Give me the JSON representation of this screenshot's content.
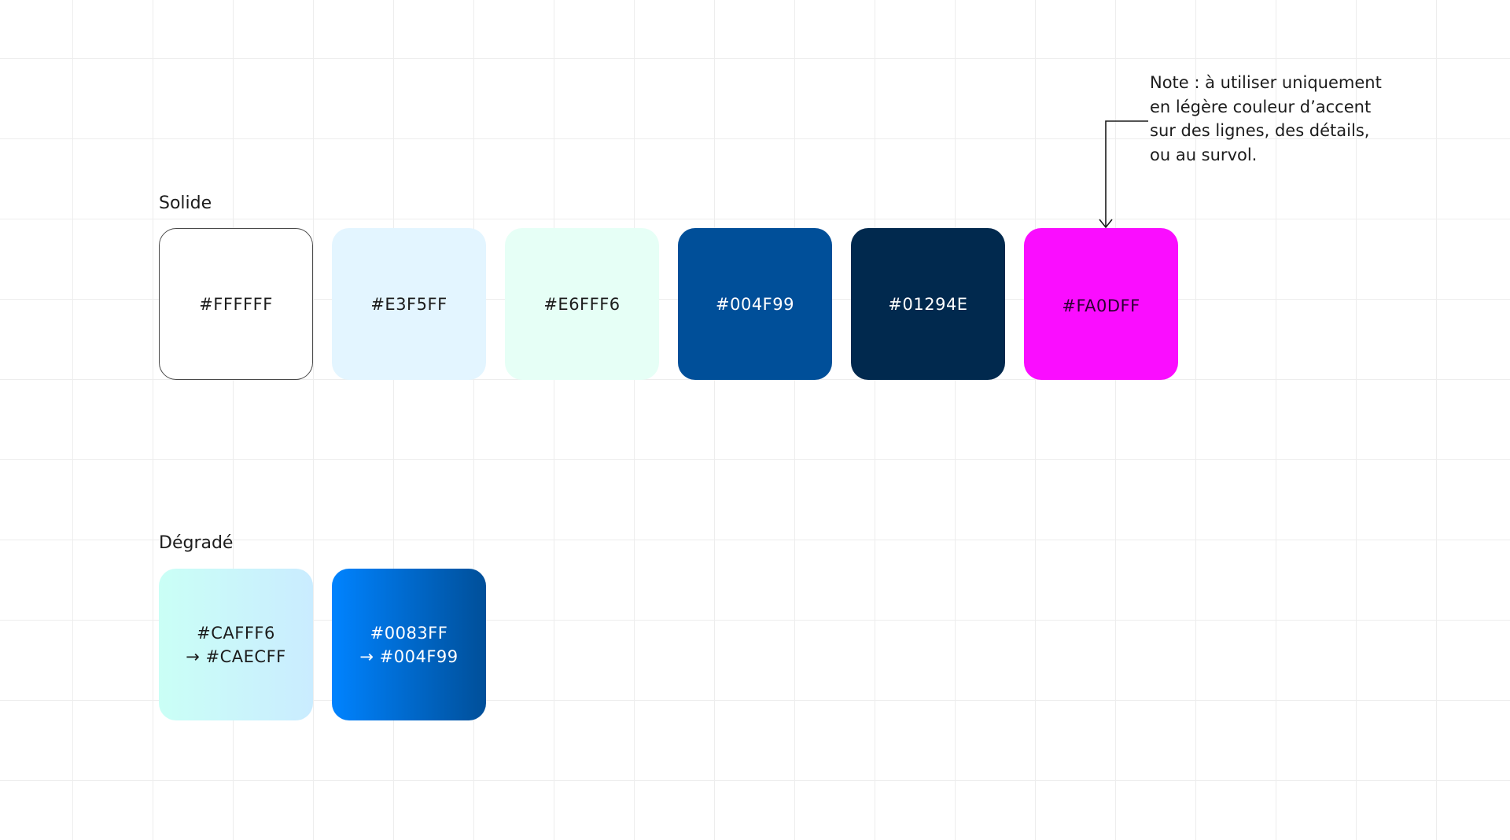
{
  "sections": {
    "solid_label": "Solide",
    "gradient_label": "Dégradé"
  },
  "solid_swatches": [
    {
      "label": "#FFFFFF",
      "color": "#FFFFFF"
    },
    {
      "label": "#E3F5FF",
      "color": "#E3F5FF"
    },
    {
      "label": "#E6FFF6",
      "color": "#E6FFF6"
    },
    {
      "label": "#004F99",
      "color": "#004F99"
    },
    {
      "label": "#01294E",
      "color": "#01294E"
    },
    {
      "label": "#FA0DFF",
      "color": "#FA0DFF"
    }
  ],
  "gradient_swatches": [
    {
      "line1": "#CAFFF6",
      "line2": "→ #CAECFF",
      "from": "#CAFFF6",
      "to": "#CAECFF"
    },
    {
      "line1": "#0083FF",
      "line2": "→ #004F99",
      "from": "#0083FF",
      "to": "#004F99"
    }
  ],
  "note": {
    "lines": [
      "Note : à utiliser uniquement",
      "en légère couleur d’accent",
      "sur des lignes, des détails,",
      "ou au survol."
    ]
  }
}
